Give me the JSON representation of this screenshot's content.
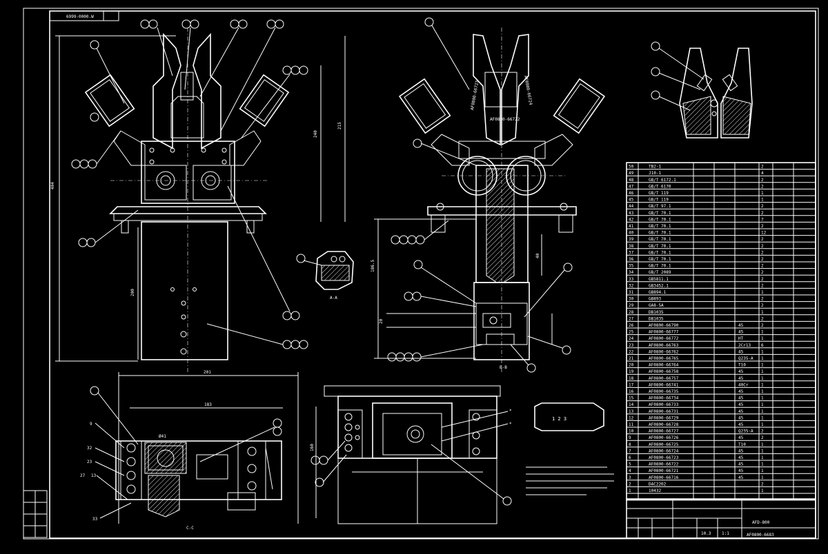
{
  "drawing": {
    "top_left_code": "6999-0000.W",
    "section_labels": [
      "A-A",
      "B-B",
      "C-C"
    ],
    "plate_number": "1 2 3",
    "part_marks": [
      "AF0800-66723",
      "AF0800-66724",
      "AF0800-66722"
    ]
  },
  "dimensions": {
    "view1_height": "404",
    "view1_right_1": "215",
    "view1_right_2": "240",
    "view1_body": "200",
    "view3_width": "201",
    "view3_inner": "183",
    "view3_bore": "Ø41",
    "view3_height": "160",
    "view2_left": "186.5",
    "view2_small": "20",
    "view2_inner": "40"
  },
  "bom": {
    "rows": [
      {
        "no": "50",
        "code": "TB2-1",
        "qty": "2"
      },
      {
        "no": "49",
        "code": "J10-1",
        "qty": "4"
      },
      {
        "no": "48",
        "code": "GB/T 6172.1",
        "qty": "2"
      },
      {
        "no": "47",
        "code": "GB/T 6170",
        "qty": "2"
      },
      {
        "no": "46",
        "code": "GB/T 119",
        "qty": "1"
      },
      {
        "no": "45",
        "code": "GB/T 119",
        "qty": "1"
      },
      {
        "no": "44",
        "code": "GB/T 97.1",
        "qty": "2"
      },
      {
        "no": "43",
        "code": "GB/T 70.1",
        "qty": "2"
      },
      {
        "no": "42",
        "code": "GB/T 70.1",
        "qty": "7"
      },
      {
        "no": "41",
        "code": "GB/T 70.1",
        "qty": "2"
      },
      {
        "no": "40",
        "code": "GB/T 70.1",
        "qty": "12"
      },
      {
        "no": "39",
        "code": "GB/T 70.1",
        "qty": "2"
      },
      {
        "no": "38",
        "code": "GB/T 70.1",
        "qty": "2"
      },
      {
        "no": "37",
        "code": "GB/T 70.1",
        "qty": "2"
      },
      {
        "no": "36",
        "code": "GB/T 70.1",
        "qty": "2"
      },
      {
        "no": "35",
        "code": "GB/T 70.1",
        "qty": "2"
      },
      {
        "no": "34",
        "code": "GB/T 2089",
        "qty": "2"
      },
      {
        "no": "33",
        "code": "GB5811.1",
        "qty": "2"
      },
      {
        "no": "32",
        "code": "GB3452.1",
        "qty": "2"
      },
      {
        "no": "31",
        "code": "GB894.1",
        "qty": "1"
      },
      {
        "no": "30",
        "code": "GB893",
        "qty": "2"
      },
      {
        "no": "29",
        "code": "GA8-5A",
        "qty": "2"
      },
      {
        "no": "28",
        "code": "DB1035",
        "qty": "1"
      },
      {
        "no": "27",
        "code": "DB1035",
        "qty": "2"
      },
      {
        "no": "26",
        "code": "AF0800-66790",
        "qty": "2"
      },
      {
        "no": "25",
        "code": "AF0800-66777",
        "qty": "1"
      },
      {
        "no": "24",
        "code": "AF0800-66772",
        "qty": "1"
      },
      {
        "no": "23",
        "code": "AF0800-66763",
        "qty": "6"
      },
      {
        "no": "22",
        "code": "AF0800-66762",
        "qty": "1"
      },
      {
        "no": "21",
        "code": "AF0800-66765",
        "qty": "1"
      },
      {
        "no": "20",
        "code": "AF0800-66764",
        "qty": "1"
      },
      {
        "no": "19",
        "code": "AF0800-66758",
        "qty": "1"
      },
      {
        "no": "18",
        "code": "AF0800-66757",
        "qty": "1"
      },
      {
        "no": "17",
        "code": "AF0800-66741",
        "qty": "1"
      },
      {
        "no": "16",
        "code": "AF0800-66735",
        "qty": "1"
      },
      {
        "no": "15",
        "code": "AF0800-66734",
        "qty": "1"
      },
      {
        "no": "14",
        "code": "AF0800-66733",
        "qty": "1"
      },
      {
        "no": "13",
        "code": "AF0800-66731",
        "qty": "1"
      },
      {
        "no": "12",
        "code": "AF0800-66729",
        "qty": "1"
      },
      {
        "no": "11",
        "code": "AF0800-66728",
        "qty": "1"
      },
      {
        "no": "10",
        "code": "AF0800-66727",
        "qty": "2"
      },
      {
        "no": "9",
        "code": "AF0800-66726",
        "qty": "2"
      },
      {
        "no": "8",
        "code": "AF0800-66725",
        "qty": "1"
      },
      {
        "no": "7",
        "code": "AF0800-66724",
        "qty": "1"
      },
      {
        "no": "6",
        "code": "AF0800-66723",
        "qty": "1"
      },
      {
        "no": "5",
        "code": "AF0800-66722",
        "qty": "1"
      },
      {
        "no": "4",
        "code": "AF0800-66721",
        "qty": "1"
      },
      {
        "no": "3",
        "code": "AF0800-66716",
        "qty": "1"
      },
      {
        "no": "2",
        "code": "DAC2202",
        "qty": "2"
      },
      {
        "no": "1",
        "code": "10432",
        "qty": "1"
      }
    ],
    "materials": [
      "45",
      "45",
      "HT",
      "2Cr13",
      "45",
      "Q235-A",
      "T10",
      "45",
      "45",
      "40Cr",
      "45",
      "45",
      "45",
      "45",
      "45",
      "45",
      "Q235-A",
      "45",
      "T10",
      "45",
      "45",
      "45",
      "45",
      "45"
    ]
  },
  "title_block": {
    "drawing_code": "AFD-800",
    "part_code": "AF0800-6683",
    "scale": "1:1",
    "weight": "10.3"
  }
}
